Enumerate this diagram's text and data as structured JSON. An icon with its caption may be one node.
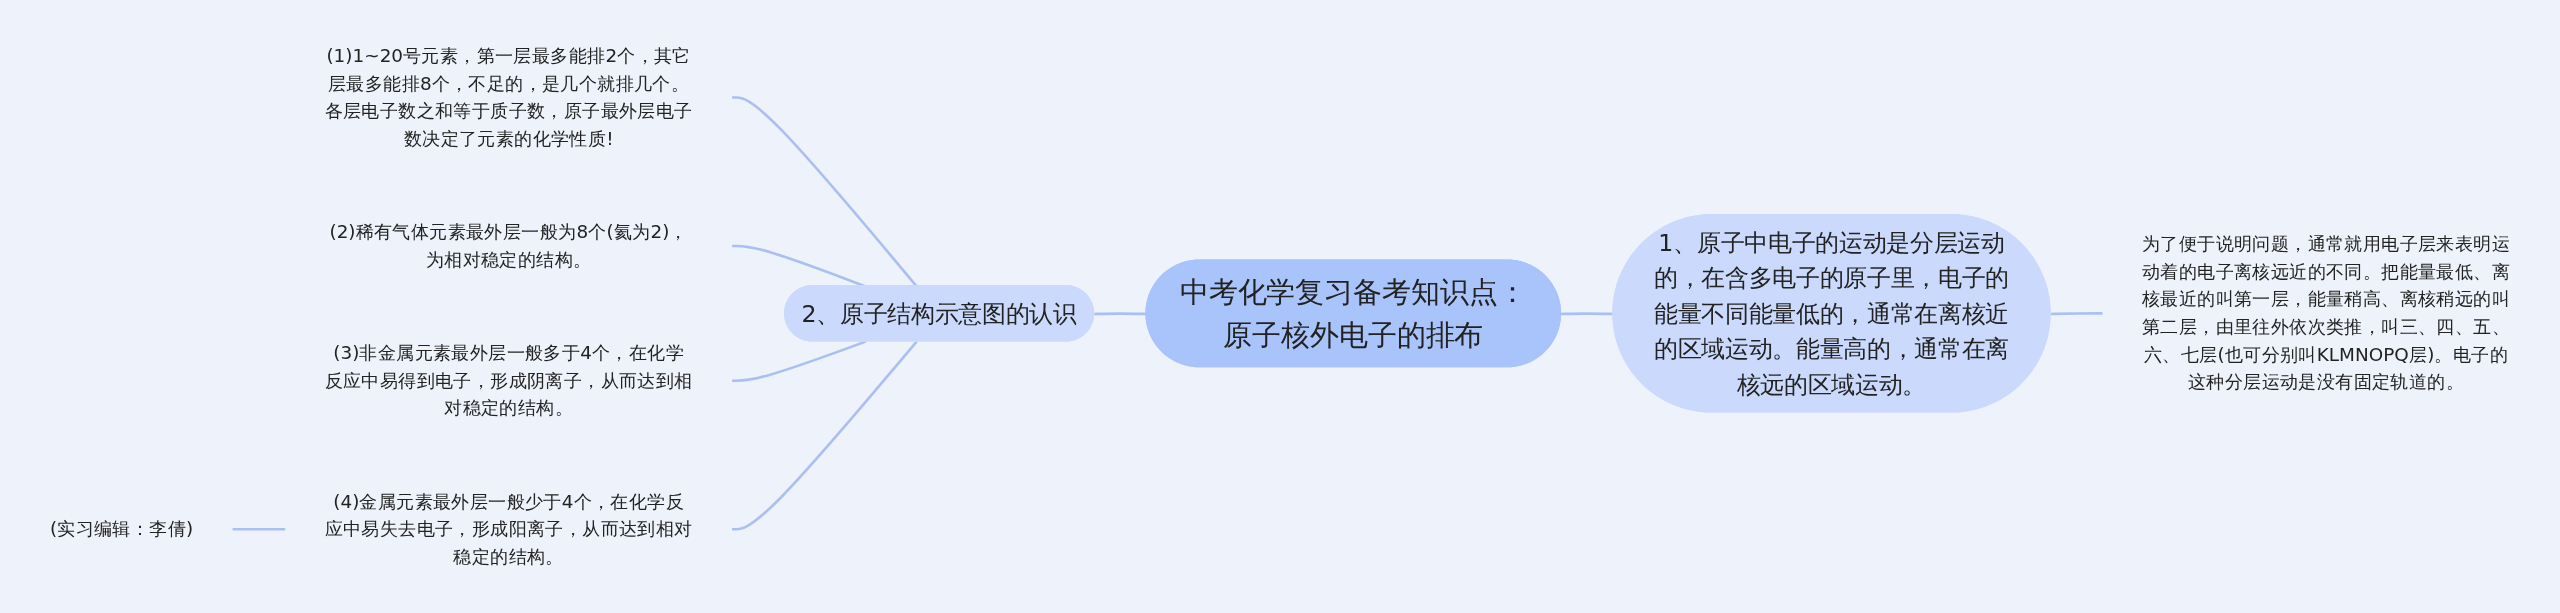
{
  "diagram": {
    "nodes": [
      {
        "text": [
          "中考化学复习备考知识点：原子核外电子的排布"
        ]
      },
      {
        "text": [
          "1、原子中电子的运动是分层运动的，在含多电子的原子里，电子的能量不同能量低的，通常在离核近的区域运动。能量高的，通常在离核远的区域运动。"
        ]
      },
      {
        "text": [
          "为了便于说明问题，通常就用电子层来表明运动着的电子离核远近的不同。把能量最低、离核最近的叫第一层，能量稍高、离核稍远的叫第二层，由里往外依次类推，叫三、四、五、六、七层(也可分别叫KLMNOPQ层)。电子的这种分层运动是没有固定轨道的。"
        ]
      },
      {
        "text": [
          "2、原子结构示意图的认识"
        ]
      },
      {
        "text": [
          "(1)1~20号元素，第一层最多能排2个，其它层最多能排8个，不足的，是几个就排几个。各层电子数之和等于质子数，原子最外层电子数决定了元素的化学性质!"
        ]
      },
      {
        "text": [
          "(2)稀有气体元素最外层一般为8个(氦为2)，为相对稳定的结构。"
        ]
      },
      {
        "text": [
          "(3)非金属元素最外层一般多于4个，在化学反应中易得到电子，形成阴离子，从而达到相对稳定的结构。"
        ]
      },
      {
        "text": [
          "(4)金属元素最外层一般少于4个，在化学反应中易失去电子，形成阳离子，从而达到相对稳定的结构。"
        ]
      },
      {
        "text": [
          "(实习编辑：李倩)"
        ]
      }
    ],
    "edges": [
      {
        "from": 0,
        "to": 1,
        "arrow": "none"
      },
      {
        "from": 1,
        "to": 2,
        "arrow": "none"
      },
      {
        "from": 3,
        "to": 0,
        "arrow": "none"
      },
      {
        "from": 4,
        "to": 3,
        "arrow": "none"
      },
      {
        "from": 5,
        "to": 3,
        "arrow": "none"
      },
      {
        "from": 6,
        "to": 3,
        "arrow": "none"
      },
      {
        "from": 7,
        "to": 3,
        "arrow": "none"
      },
      {
        "from": 8,
        "to": 7,
        "arrow": "none"
      }
    ]
  }
}
